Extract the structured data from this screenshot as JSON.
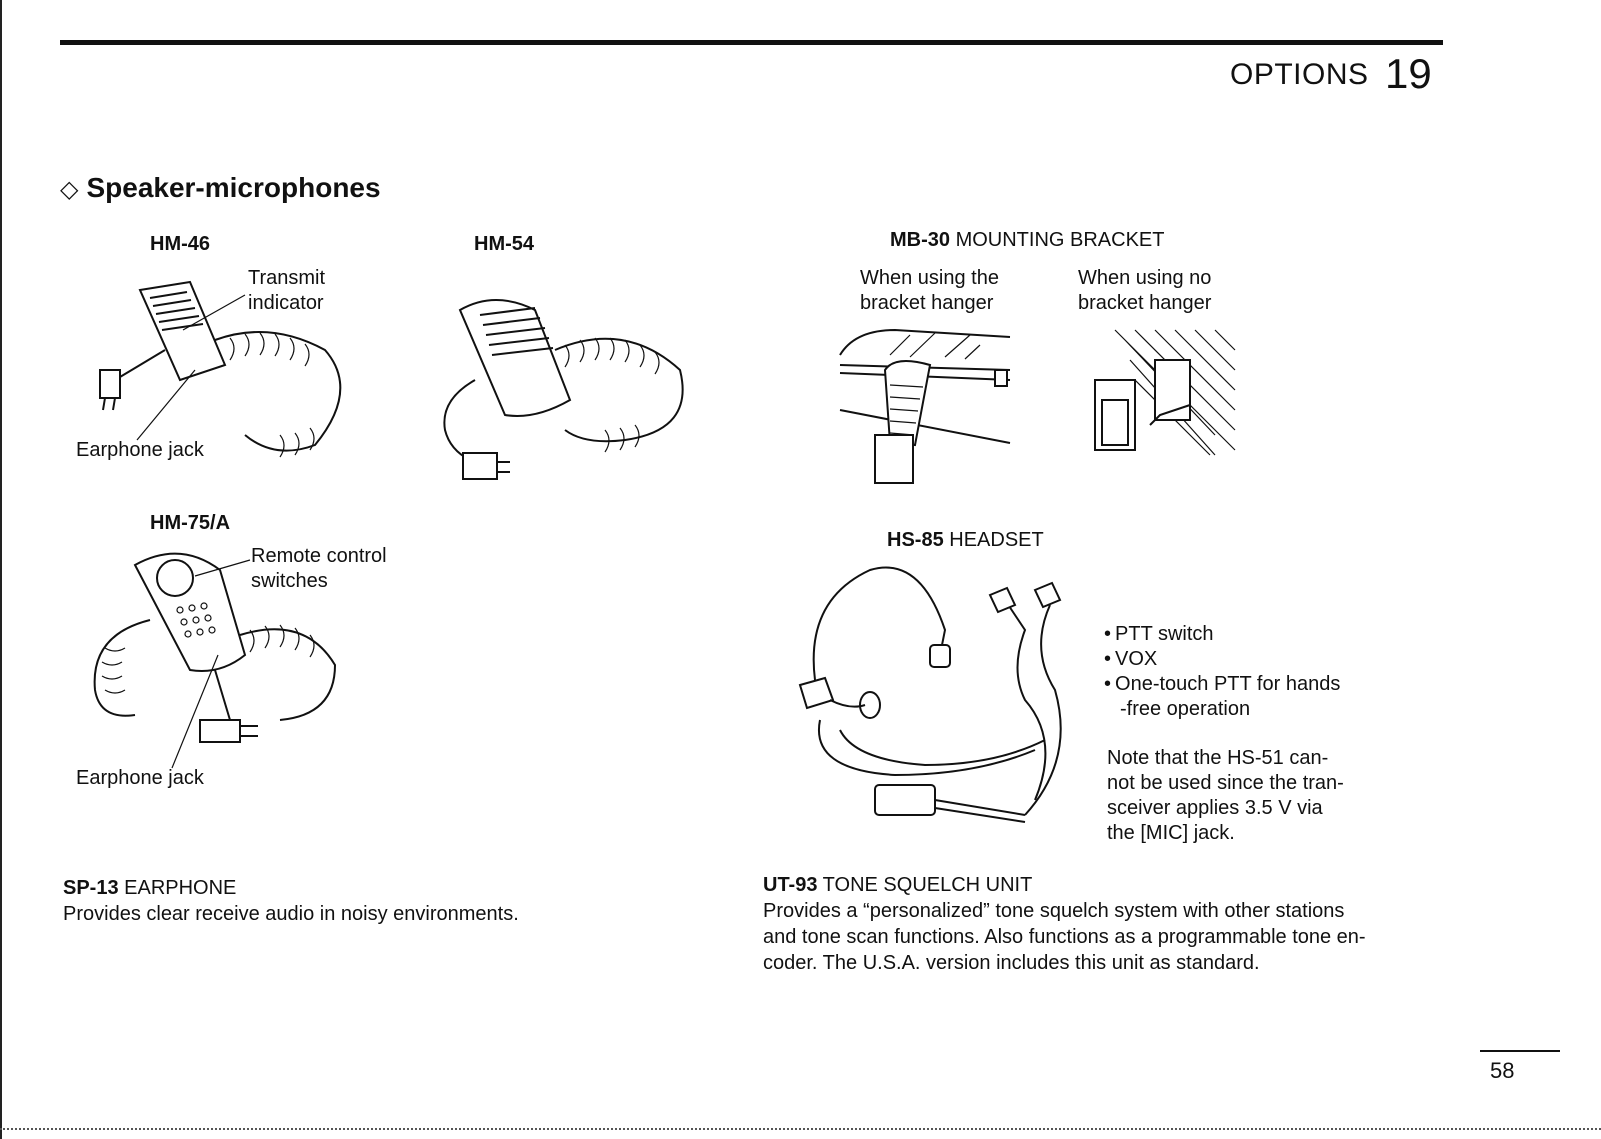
{
  "header": {
    "title": "OPTIONS",
    "chapter_number": "19"
  },
  "section": {
    "title": "Speaker-microphones",
    "marker_icon": "diamond-outline-icon"
  },
  "hm46": {
    "model": "HM-46",
    "callout_transmit_1": "Transmit",
    "callout_transmit_2": "indicator",
    "callout_earphone": "Earphone jack"
  },
  "hm54": {
    "model": "HM-54"
  },
  "hm75": {
    "model": "HM-75/A",
    "callout_remote_1": "Remote control",
    "callout_remote_2": "switches",
    "callout_earphone": "Earphone jack"
  },
  "mb30": {
    "model": "MB-30",
    "name": " MOUNTING BRACKET",
    "caption_left_1": "When using the",
    "caption_left_2": "bracket hanger",
    "caption_right_1": "When using no",
    "caption_right_2": "bracket hanger"
  },
  "hs85": {
    "model": "HS-85",
    "name": " HEADSET",
    "features": [
      "PTT switch",
      "VOX",
      "One-touch PTT for hands"
    ],
    "features_cont": "-free operation",
    "note": [
      "Note that the HS-51 can-",
      "not be used since the tran-",
      "sceiver applies 3.5 V via",
      "the [MIC] jack."
    ]
  },
  "sp13": {
    "model": "SP-13",
    "name": " EARPHONE",
    "description": "Provides clear receive audio in noisy environments."
  },
  "ut93": {
    "model": "UT-93",
    "name": " TONE SQUELCH UNIT",
    "description": [
      "Provides a “personalized” tone squelch system with other stations",
      "and tone scan functions. Also functions as a programmable tone en-",
      "coder. The U.S.A. version includes this unit as standard."
    ]
  },
  "footer": {
    "page_number": "58"
  }
}
